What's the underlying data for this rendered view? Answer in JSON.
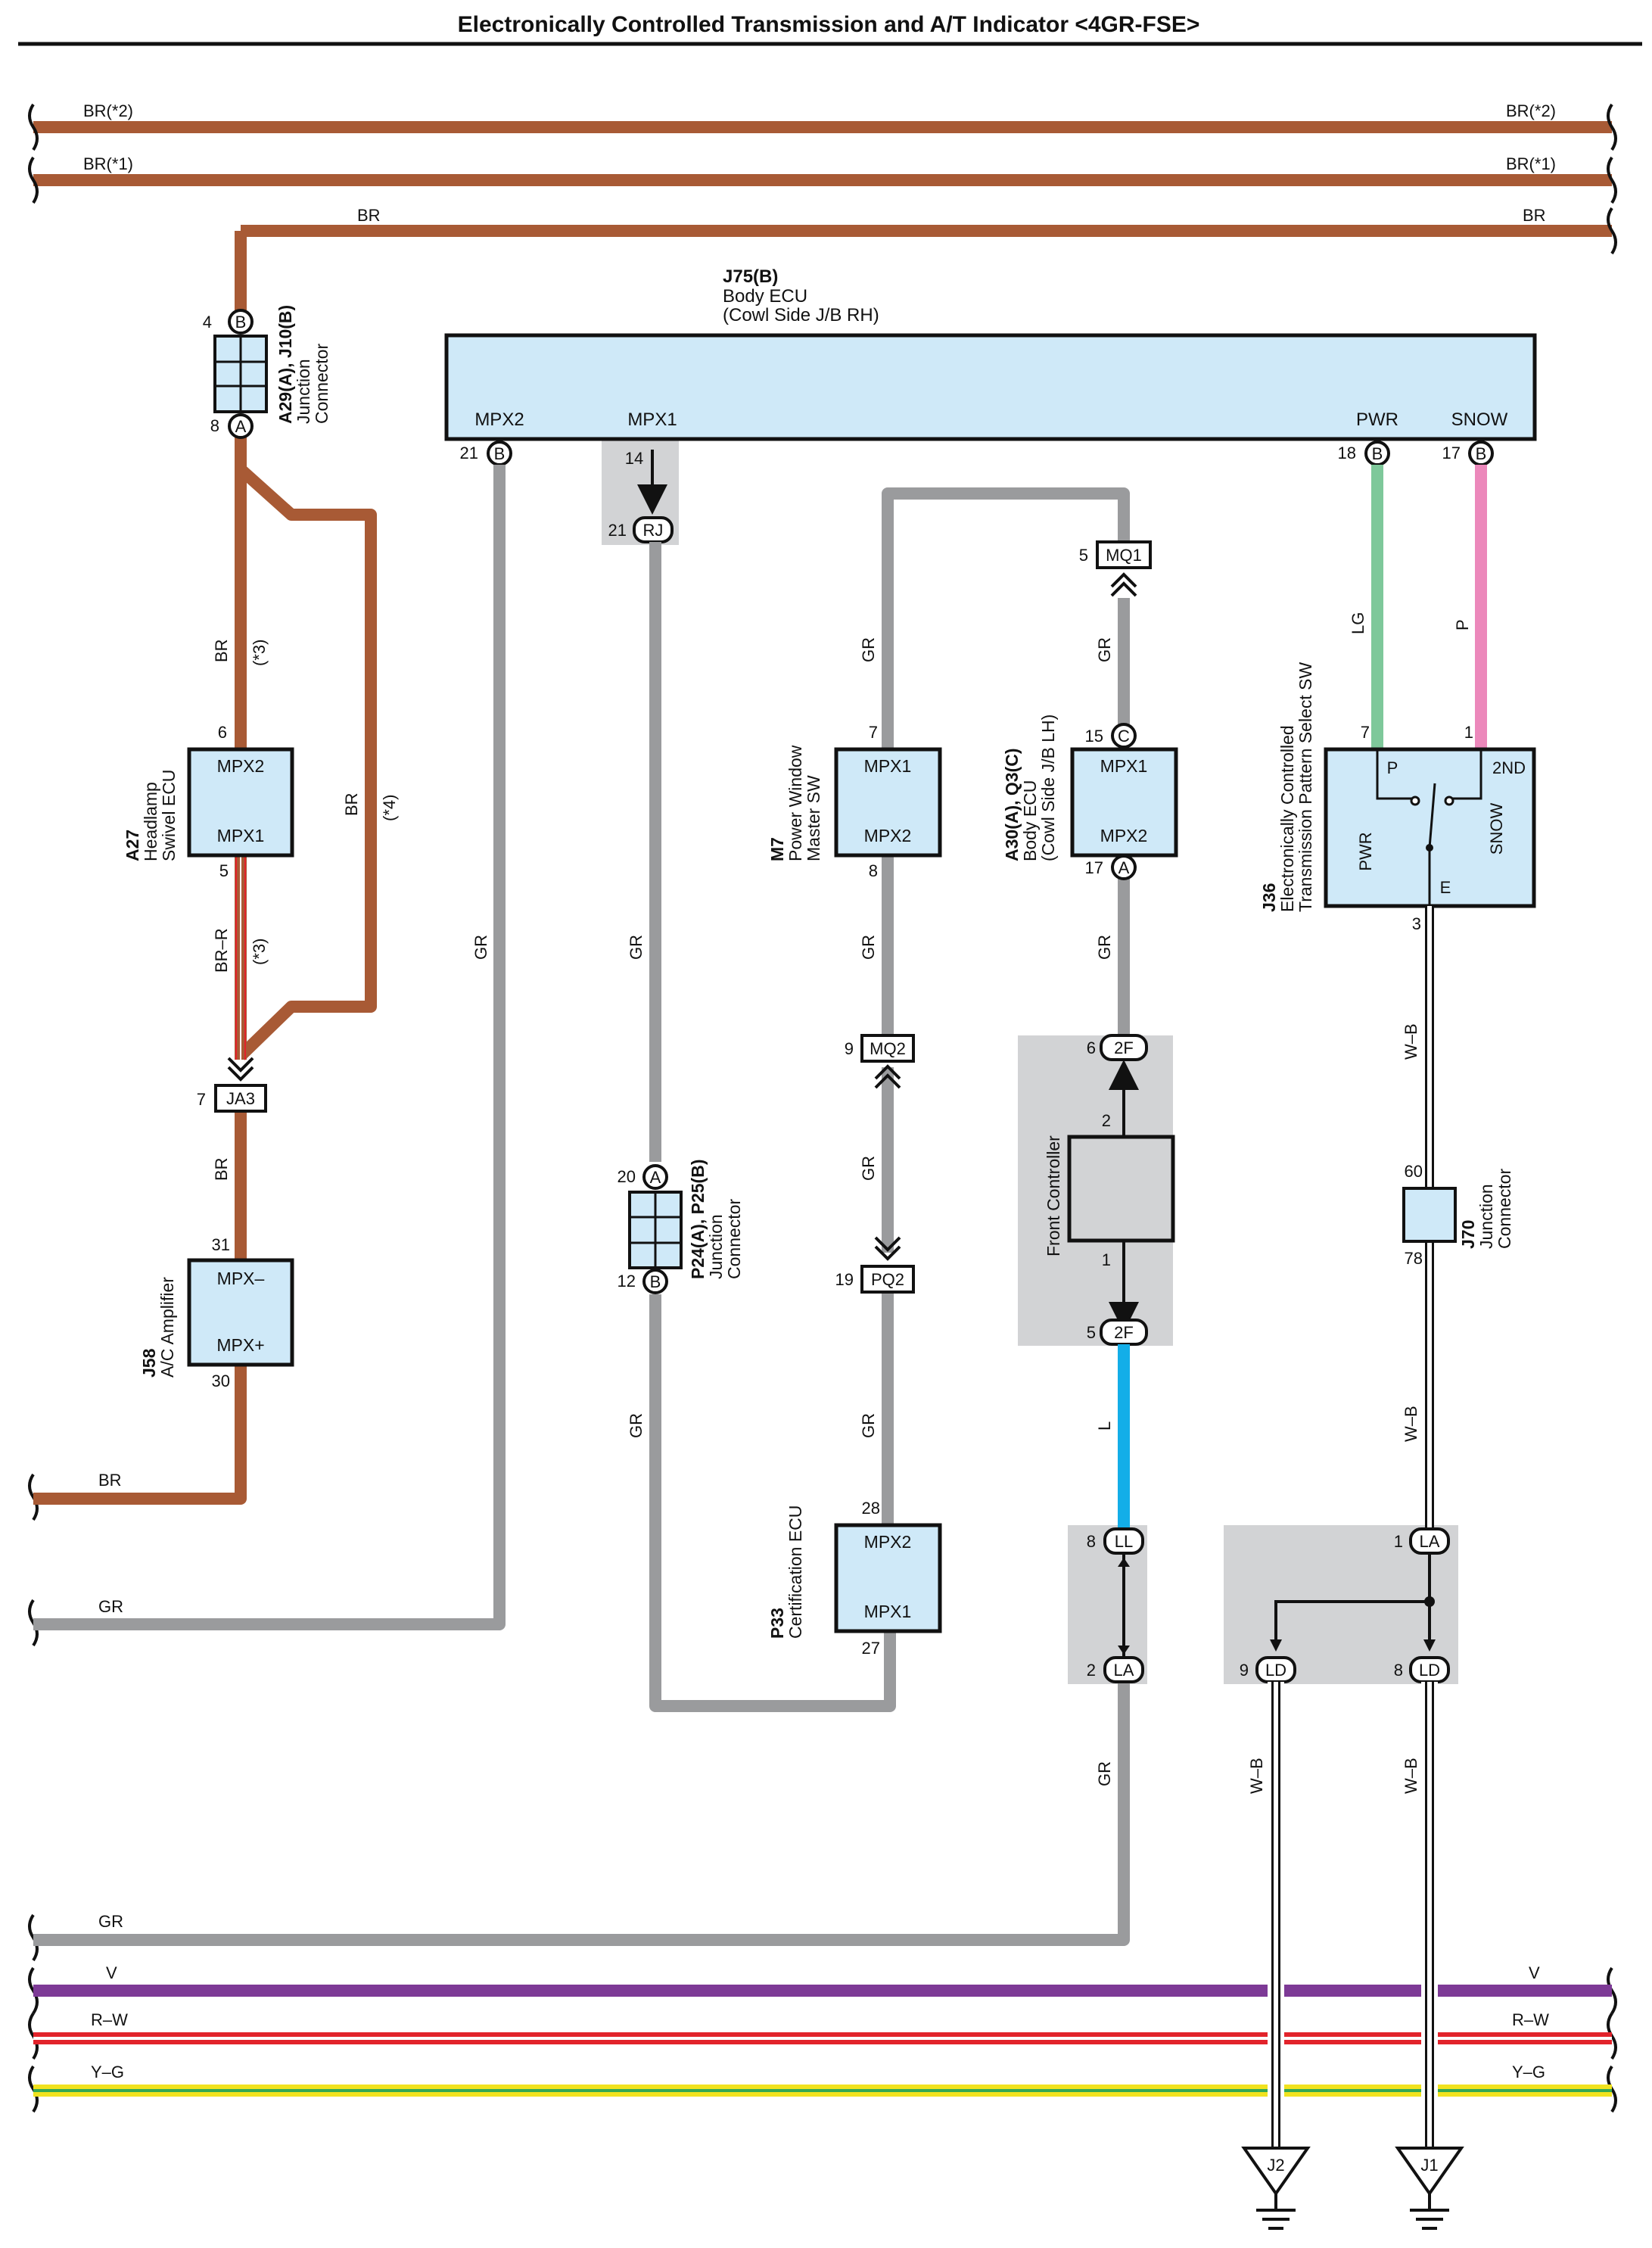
{
  "title": "Electronically Controlled Transmission and A/T Indicator <4GR-FSE>",
  "colors": {
    "BR": "#a85a35",
    "GR": "#9a9b9d",
    "LG": "#7ec89a",
    "P": "#ec88bb",
    "L": "#13aee8",
    "V": "#7d3a96",
    "R": "#e2232b",
    "Y": "#f1e21f",
    "G": "#34a853",
    "component_fill": "#cfe9f8",
    "shade": "#d2d3d5",
    "line": "#111111"
  },
  "buses": {
    "br2": {
      "left": "BR(*2)",
      "right": "BR(*2)"
    },
    "br1": {
      "left": "BR(*1)",
      "right": "BR(*1)"
    },
    "br": {
      "left": "BR",
      "right": "BR"
    },
    "v": {
      "left": "V",
      "right": "V"
    },
    "rw": {
      "left": "R–W",
      "right": "R–W"
    },
    "yg": {
      "left": "Y–G",
      "right": "Y–G"
    },
    "br_low": {
      "left": "BR"
    },
    "gr_mid": {
      "left": "GR"
    },
    "gr_low": {
      "left": "GR"
    }
  },
  "body_ecu": {
    "id": "J75(B)",
    "name": "Body ECU",
    "sub": "(Cowl Side J/B RH)",
    "pins": [
      {
        "label": "MPX2",
        "num": "21",
        "conn": "B"
      },
      {
        "label": "MPX1",
        "num": "14",
        "conn": ""
      },
      {
        "label": "PWR",
        "num": "18",
        "conn": "B"
      },
      {
        "label": "SNOW",
        "num": "17",
        "conn": "B"
      }
    ]
  },
  "jc_a29": {
    "id": "A29(A), J10(B)",
    "name": "Junction",
    "name2": "Connector",
    "pin_top": "4",
    "conn_top": "B",
    "pin_bot": "8",
    "conn_bot": "A"
  },
  "a27": {
    "id": "A27",
    "name": "Headlamp",
    "name2": "Swivel ECU",
    "t1": "MPX2",
    "t2": "MPX1",
    "pin_top": "6",
    "pin_bot": "5"
  },
  "ja3": {
    "label": "JA3",
    "pin": "7"
  },
  "j58": {
    "id": "J58",
    "name": "A/C Amplifier",
    "t1": "MPX–",
    "t2": "MPX+",
    "pin_top": "31",
    "pin_bot": "30"
  },
  "rj": {
    "label": "RJ",
    "pin": "21"
  },
  "jc_p24": {
    "id": "P24(A), P25(B)",
    "name": "Junction",
    "name2": "Connector",
    "pin_top": "20",
    "conn_top": "A",
    "pin_bot": "12",
    "conn_bot": "B"
  },
  "m7": {
    "id": "M7",
    "name": "Power Window",
    "name2": "Master SW",
    "t1": "MPX1",
    "t2": "MPX2",
    "pin_top": "7",
    "pin_bot": "8"
  },
  "mq2": {
    "label": "MQ2",
    "pin": "9"
  },
  "pq2": {
    "label": "PQ2",
    "pin": "19"
  },
  "p33": {
    "id": "P33",
    "name": "Certification ECU",
    "t1": "MPX2",
    "t2": "MPX1",
    "pin_top": "28",
    "pin_bot": "27"
  },
  "mq1": {
    "label": "MQ1",
    "pin": "5"
  },
  "a30": {
    "id": "A30(A), Q3(C)",
    "name": "Body ECU",
    "name2": "(Cowl Side J/B LH)",
    "t1": "MPX1",
    "t2": "MPX2",
    "pin_top": "15",
    "conn_top": "C",
    "pin_bot": "17",
    "conn_bot": "A"
  },
  "front_ctrl": {
    "name": "Front Controller",
    "conn_top": "2F",
    "pin_top": "6",
    "conn_bot": "2F",
    "pin_bot": "5",
    "inner_top": "2",
    "inner_bot": "1"
  },
  "ll": {
    "label": "LL",
    "pin": "8"
  },
  "la_left": {
    "label": "LA",
    "pin": "2"
  },
  "j36": {
    "id": "J36",
    "name": "Electronically Controlled",
    "name2": "Transmission Pattern Select SW",
    "p": "P",
    "snd": "2ND",
    "pwr": "PWR",
    "snow": "SNOW",
    "e": "E",
    "pin_l": "7",
    "pin_r": "1",
    "pin_e": "3"
  },
  "j70": {
    "id": "J70",
    "name": "Junction",
    "name2": "Connector",
    "pin_top": "60",
    "pin_bot": "78"
  },
  "la_right": {
    "label": "LA",
    "pin": "1"
  },
  "ld9": {
    "label": "LD",
    "pin": "9"
  },
  "ld8": {
    "label": "LD",
    "pin": "8"
  },
  "grounds": {
    "j2": "J2",
    "j1": "J1"
  },
  "wire_labels": {
    "br_a": "BR",
    "s3_a": "(*3)",
    "br_b": "BR",
    "s4": "(*4)",
    "brr": "BR–R",
    "s3_b": "(*3)",
    "br_c": "BR",
    "gr_1": "GR",
    "gr_2": "GR",
    "gr_3": "GR",
    "gr_4": "GR",
    "gr_5": "GR",
    "gr_6": "GR",
    "gr_7": "GR",
    "gr_8": "GR",
    "gr_9": "GR",
    "gr_10": "GR",
    "l": "L",
    "lg": "LG",
    "p": "P",
    "wb_1": "W–B",
    "wb_2": "W–B",
    "wb_3": "W–B",
    "wb_4": "W–B"
  }
}
